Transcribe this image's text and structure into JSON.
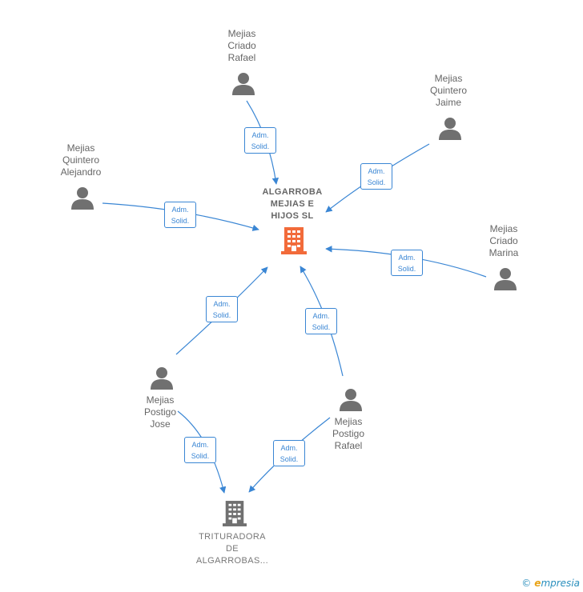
{
  "companies": {
    "main": {
      "name_lines": [
        "ALGARROBA",
        "MEJIAS E",
        "HIJOS  SL"
      ],
      "color": "#f26b3a"
    },
    "secondary": {
      "name_lines": [
        "TRITURADORA",
        "DE",
        "ALGARROBAS..."
      ],
      "color": "#707070"
    }
  },
  "people": [
    {
      "id": "mejias-criado-rafael",
      "name_lines": [
        "Mejias",
        "Criado",
        "Rafael"
      ]
    },
    {
      "id": "mejias-quintero-jaime",
      "name_lines": [
        "Mejias",
        "Quintero",
        "Jaime"
      ]
    },
    {
      "id": "mejias-quintero-alejandro",
      "name_lines": [
        "Mejias",
        "Quintero",
        "Alejandro"
      ]
    },
    {
      "id": "mejias-criado-marina",
      "name_lines": [
        "Mejias",
        "Criado",
        "Marina"
      ]
    },
    {
      "id": "mejias-postigo-jose",
      "name_lines": [
        "Mejias",
        "Postigo",
        "Jose"
      ]
    },
    {
      "id": "mejias-postigo-rafael",
      "name_lines": [
        "Mejias",
        "Postigo",
        "Rafael"
      ]
    }
  ],
  "edges": [
    {
      "from": "mejias-criado-rafael",
      "to": "main",
      "label": [
        "Adm.",
        "Solid."
      ]
    },
    {
      "from": "mejias-quintero-jaime",
      "to": "main",
      "label": [
        "Adm.",
        "Solid."
      ]
    },
    {
      "from": "mejias-quintero-alejandro",
      "to": "main",
      "label": [
        "Adm.",
        "Solid."
      ]
    },
    {
      "from": "mejias-criado-marina",
      "to": "main",
      "label": [
        "Adm.",
        "Solid."
      ]
    },
    {
      "from": "mejias-postigo-jose",
      "to": "main",
      "label": [
        "Adm.",
        "Solid."
      ]
    },
    {
      "from": "mejias-postigo-rafael",
      "to": "main",
      "label": [
        "Adm.",
        "Solid."
      ]
    },
    {
      "from": "mejias-postigo-jose",
      "to": "secondary",
      "label": [
        "Adm.",
        "Solid."
      ]
    },
    {
      "from": "mejias-postigo-rafael",
      "to": "secondary",
      "label": [
        "Adm.",
        "Solid."
      ]
    }
  ],
  "colors": {
    "edge": "#3a86d4",
    "person_icon": "#707070"
  },
  "brand": {
    "copyright": "©",
    "first_letter": "e",
    "rest": "mpresia"
  }
}
